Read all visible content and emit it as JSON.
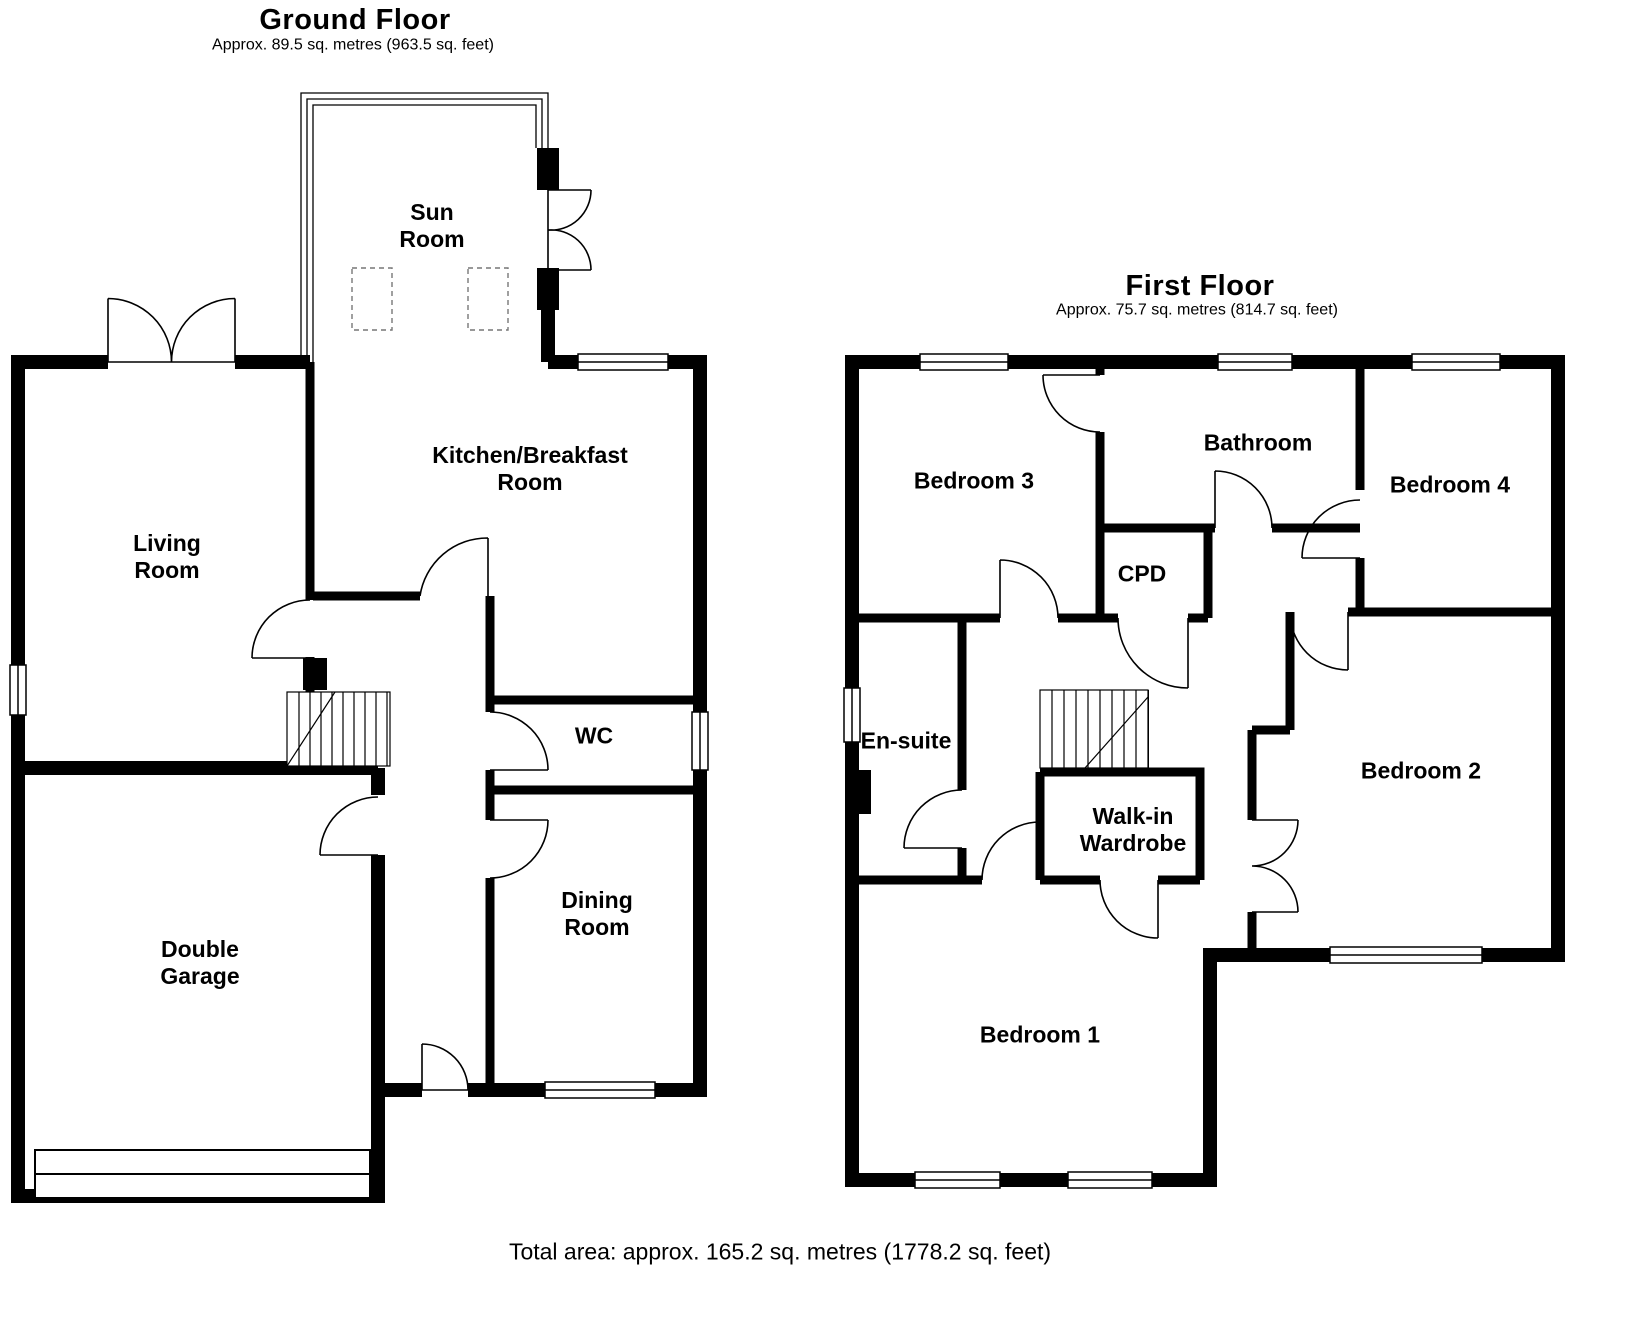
{
  "colors": {
    "walls": "#000000",
    "glazing": "#000000",
    "dashed_detail": "#777777",
    "background": "#ffffff"
  },
  "ground_floor": {
    "title": "Ground Floor",
    "area_note": "Approx. 89.5 sq. metres (963.5 sq. feet)",
    "rooms": {
      "sun_room": "Sun\nRoom",
      "kitchen": "Kitchen/Breakfast\nRoom",
      "living": "Living\nRoom",
      "wc": "WC",
      "dining": "Dining\nRoom",
      "garage": "Double\nGarage"
    }
  },
  "first_floor": {
    "title": "First Floor",
    "area_note": "Approx. 75.7 sq. metres (814.7 sq. feet)",
    "rooms": {
      "bedroom3": "Bedroom 3",
      "bathroom": "Bathroom",
      "bedroom4": "Bedroom 4",
      "cpd": "CPD",
      "ensuite": "En-suite",
      "wardrobe": "Walk-in\nWardrobe",
      "bedroom2": "Bedroom 2",
      "bedroom1": "Bedroom 1"
    }
  },
  "footer": {
    "total_area": "Total area: approx. 165.2 sq. metres (1778.2 sq. feet)"
  }
}
